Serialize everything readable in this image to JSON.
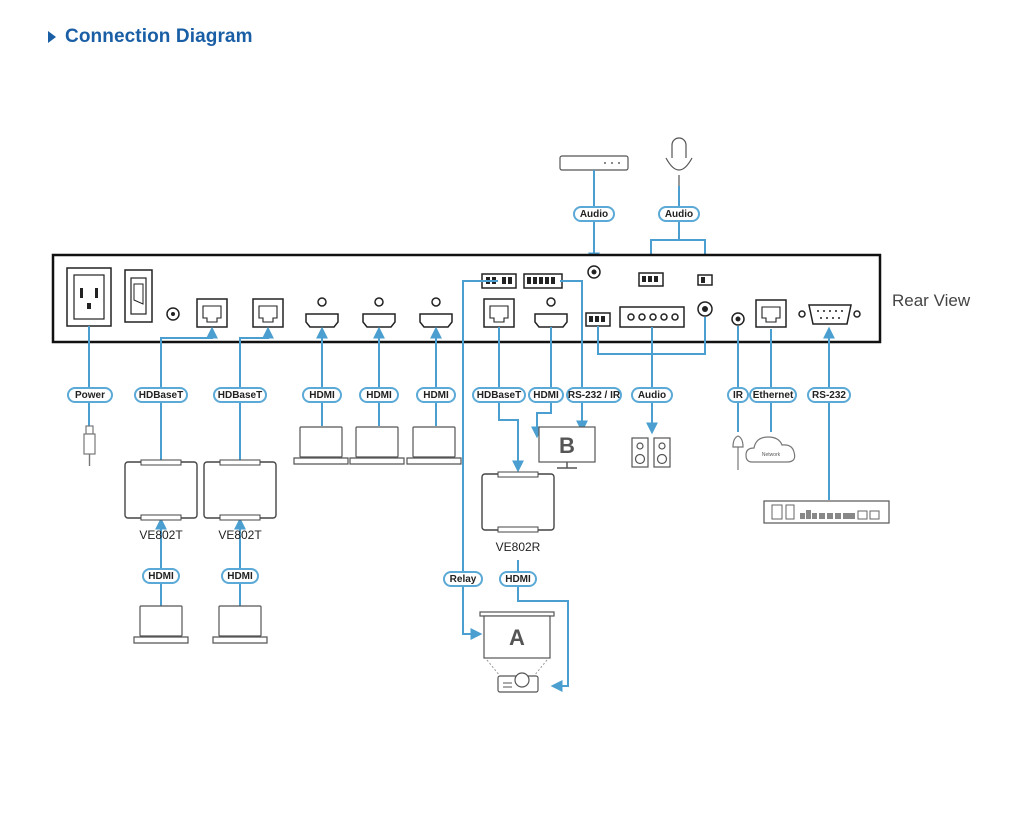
{
  "header": {
    "title": "Connection Diagram"
  },
  "rear_label": "Rear View",
  "labels": {
    "power": "Power",
    "hdbaset1": "HDBaseT",
    "hdbaset2": "HDBaseT",
    "hdmi1": "HDMI",
    "hdmi2": "HDMI",
    "hdmi3": "HDMI",
    "hdbaset_out": "HDBaseT",
    "hdmi_out": "HDMI",
    "rs232_ir": "RS-232 / IR",
    "audio_out": "Audio",
    "ir": "IR",
    "ethernet": "Ethernet",
    "rs232": "RS-232",
    "audio_in_top": "Audio",
    "audio_mic_top": "Audio",
    "tx_hdmi1": "HDMI",
    "tx_hdmi2": "HDMI",
    "relay": "Relay",
    "rx_hdmi": "HDMI"
  },
  "devices": {
    "ve802t_1": "VE802T",
    "ve802t_2": "VE802T",
    "ve802r": "VE802R",
    "display_b": "B",
    "projector_a": "A",
    "network": "Network"
  },
  "colors": {
    "accent": "#1a5fa6",
    "wire": "#4a9fd0",
    "pill_border": "#5aa9d6"
  }
}
